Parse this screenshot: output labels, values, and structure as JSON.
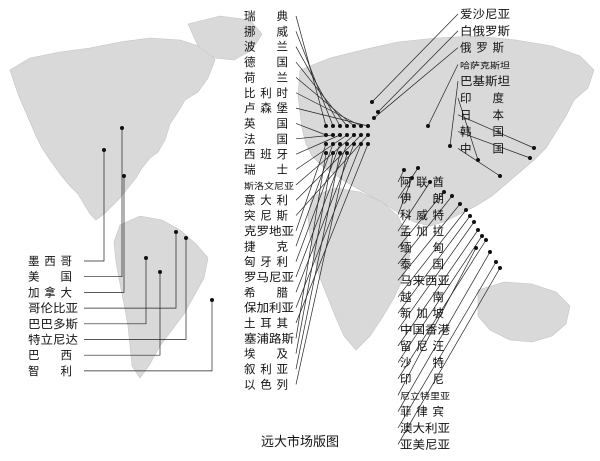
{
  "caption": "远大市场版图",
  "americas": [
    "墨西哥",
    "美国",
    "加拿大",
    "哥伦比亚",
    "巴巴多斯",
    "特立尼达",
    "巴西",
    "智利"
  ],
  "europe": [
    "瑞典",
    "挪威",
    "波兰",
    "德国",
    "荷兰",
    "比利时",
    "卢森堡",
    "英国",
    "法国",
    "西班牙",
    "瑞士",
    "斯洛文尼亚",
    "意大利",
    "突尼斯",
    "克罗地亚",
    "捷克",
    "匈牙利",
    "罗马尼亚",
    "希腊",
    "保加利亚",
    "土耳其",
    "塞浦路斯",
    "埃及",
    "叙利亚",
    "以色列"
  ],
  "east_top": [
    "爱沙尼亚",
    "白俄罗斯",
    "俄罗斯",
    "哈萨克斯坦",
    "巴基斯坦",
    "印度",
    "日本",
    "韩国",
    "中国"
  ],
  "asia_a": [
    "阿联酋",
    "伊朗",
    "科威特",
    "孟加拉",
    "缅甸",
    "泰国",
    "马来西亚",
    "越南",
    "新加坡",
    "中国香港",
    "留尼汪",
    "沙特",
    "印尼",
    "尼立特里亚",
    "菲律宾",
    "澳大利亚",
    "亚美尼亚"
  ]
}
